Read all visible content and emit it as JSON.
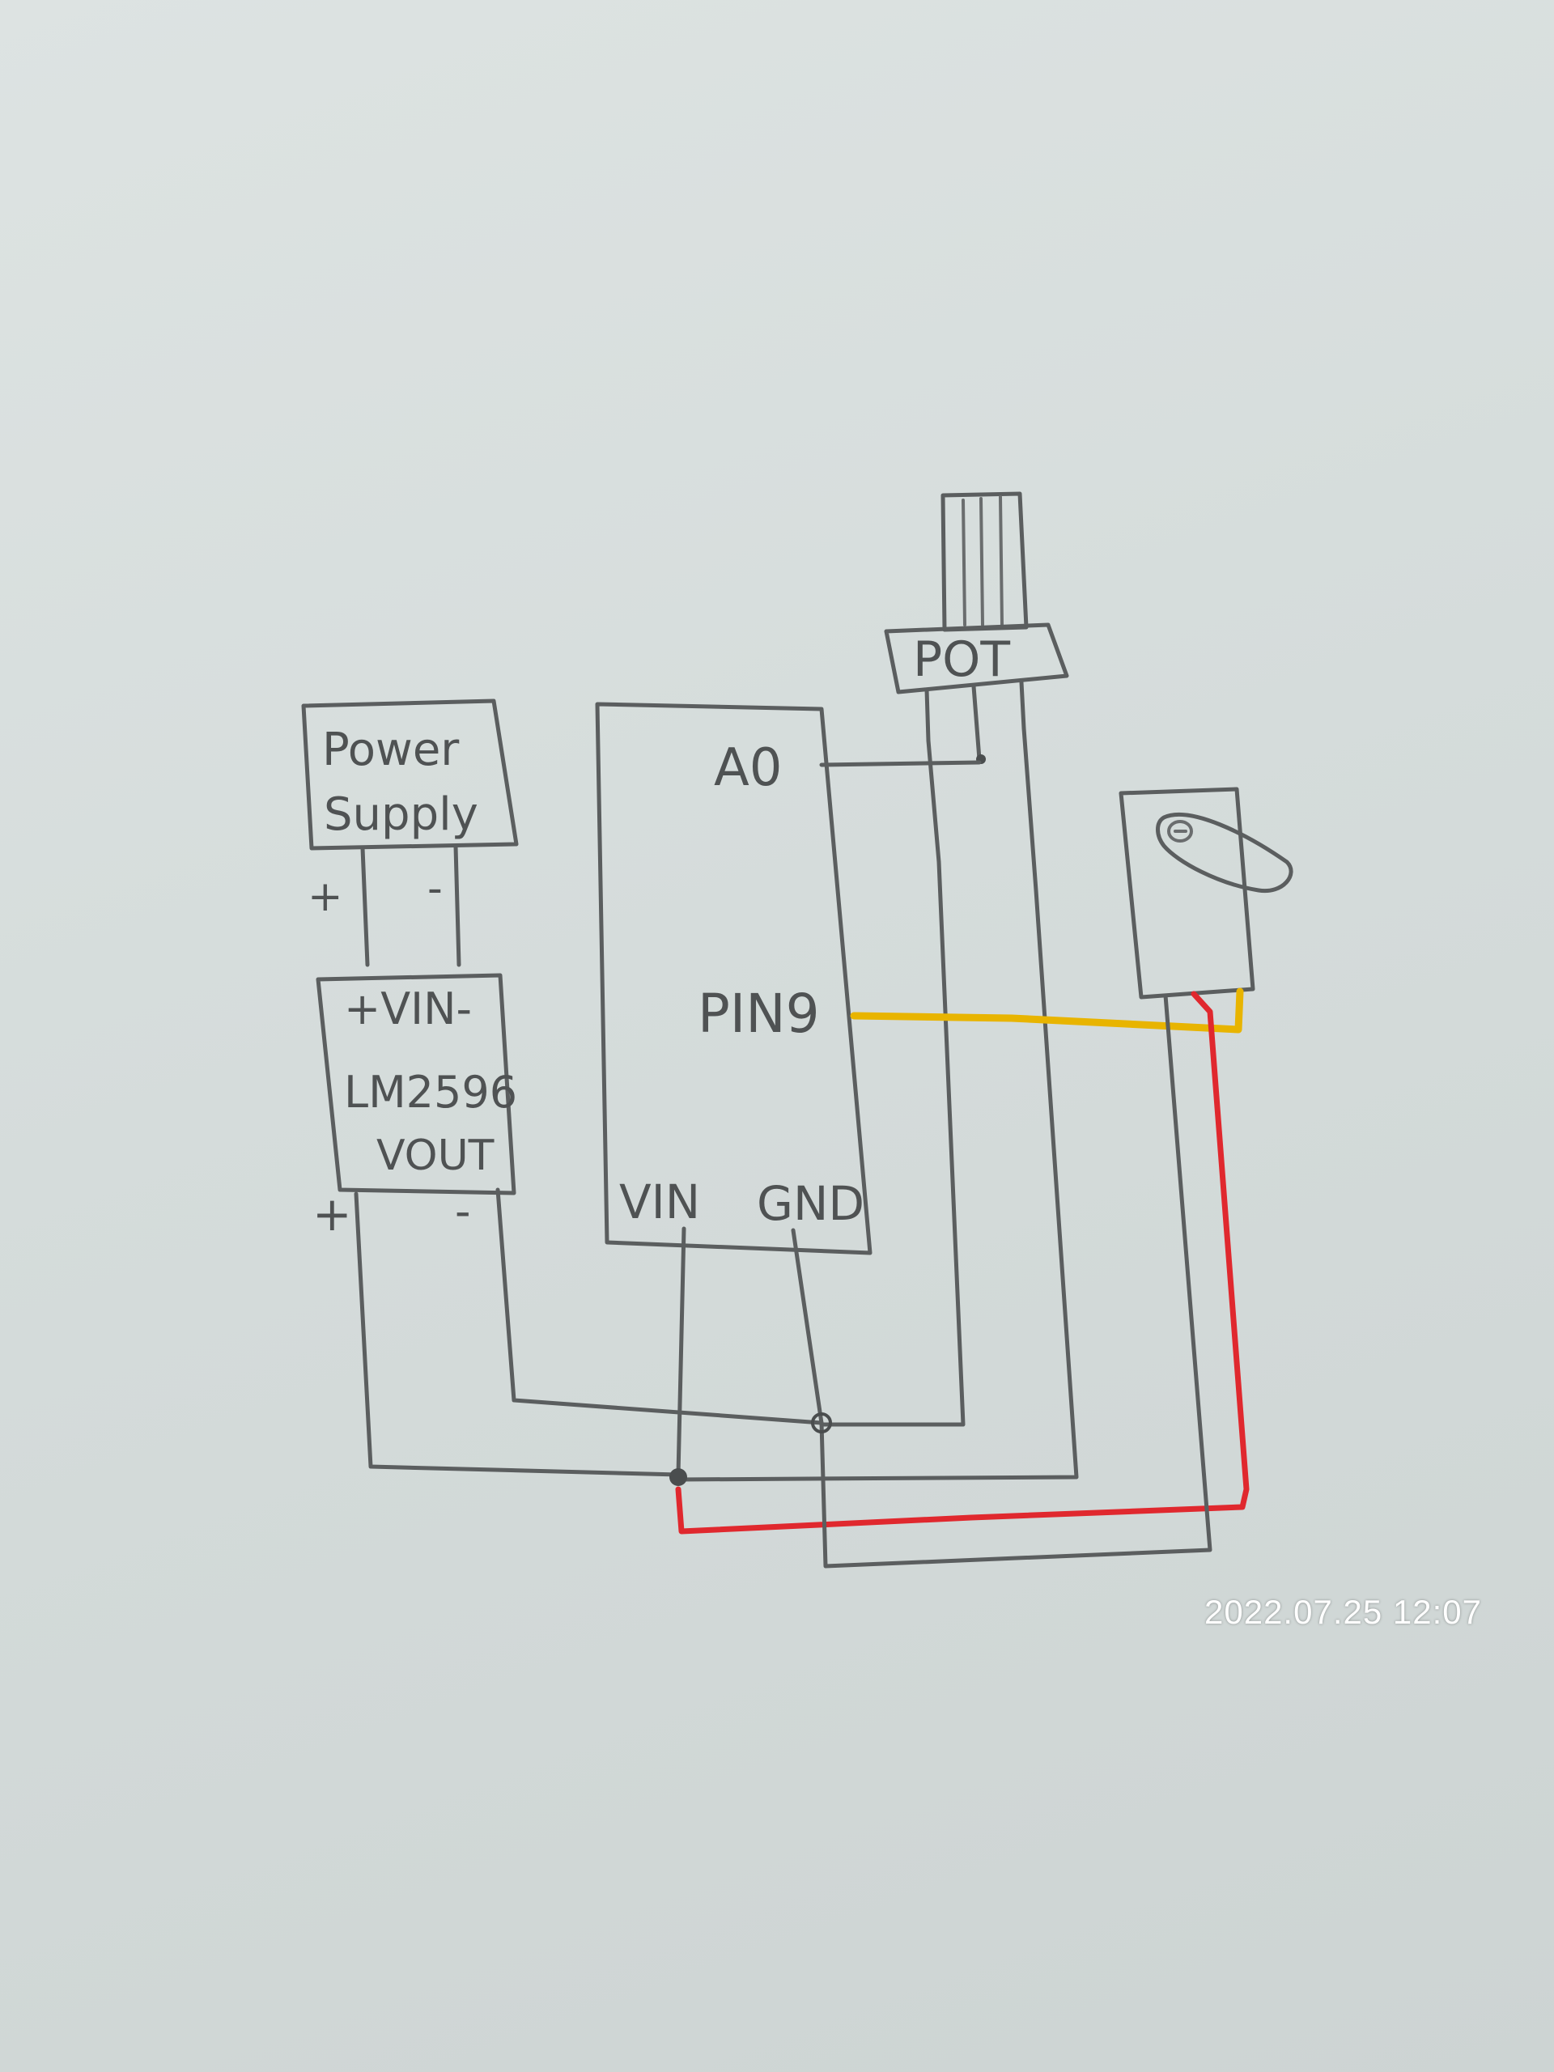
{
  "power_supply": {
    "label_line1": "Power",
    "label_line2": "Supply",
    "plus": "+",
    "minus": "-"
  },
  "regulator": {
    "top_label": "+VIN-",
    "name": "LM2596",
    "out_label": "VOUT",
    "out_plus": "+",
    "out_minus": "-"
  },
  "arduino": {
    "pin_a0": "A0",
    "pin_9": "PIN9",
    "pin_vin": "VIN",
    "pin_gnd": "GND"
  },
  "potentiometer": {
    "label": "POT"
  },
  "servo": {},
  "colors": {
    "signal_wire": "#e8b400",
    "power_wire": "#e0282e",
    "pencil": "#5b5e5f"
  },
  "timestamp": "2022.07.25 12:07"
}
